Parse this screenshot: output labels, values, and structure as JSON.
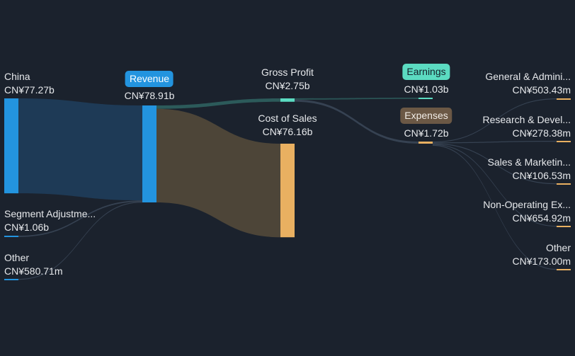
{
  "colors": {
    "background": "#1b222d",
    "revenue": "#2394df",
    "revenue_flow": "#1e3a56",
    "cost": "#e9b061",
    "cost_flow": "#4d4538",
    "profit": "#5bdbc1",
    "profit_flow": "#2c5a5a",
    "thin_link": "#3a4656"
  },
  "labels": {
    "china": {
      "name": "China",
      "value": "CN¥77.27b"
    },
    "segment": {
      "name": "Segment Adjustme...",
      "value": "CN¥1.06b"
    },
    "other_in": {
      "name": "Other",
      "value": "CN¥580.71m"
    },
    "revenue": {
      "name": "Revenue",
      "value": "CN¥78.91b"
    },
    "gross_profit": {
      "name": "Gross Profit",
      "value": "CN¥2.75b"
    },
    "cost_of_sales": {
      "name": "Cost of Sales",
      "value": "CN¥76.16b"
    },
    "earnings": {
      "name": "Earnings",
      "value": "CN¥1.03b"
    },
    "expenses": {
      "name": "Expenses",
      "value": "CN¥1.72b"
    },
    "ga": {
      "name": "General & Admini...",
      "value": "CN¥503.43m"
    },
    "rd": {
      "name": "Research & Devel...",
      "value": "CN¥278.38m"
    },
    "sm": {
      "name": "Sales & Marketin...",
      "value": "CN¥106.53m"
    },
    "nonop": {
      "name": "Non-Operating Ex...",
      "value": "CN¥654.92m"
    },
    "other_out": {
      "name": "Other",
      "value": "CN¥173.00m"
    }
  },
  "chart_data": {
    "type": "sankey",
    "unit": "CN¥",
    "nodes": [
      {
        "id": "china",
        "label": "China",
        "value_cny_b": 77.27
      },
      {
        "id": "segment",
        "label": "Segment Adjustme...",
        "value_cny_b": 1.06
      },
      {
        "id": "other_in",
        "label": "Other",
        "value_cny_b": 0.58071
      },
      {
        "id": "revenue",
        "label": "Revenue",
        "value_cny_b": 78.91
      },
      {
        "id": "gross_profit",
        "label": "Gross Profit",
        "value_cny_b": 2.75
      },
      {
        "id": "cost_of_sales",
        "label": "Cost of Sales",
        "value_cny_b": 76.16
      },
      {
        "id": "earnings",
        "label": "Earnings",
        "value_cny_b": 1.03
      },
      {
        "id": "expenses",
        "label": "Expenses",
        "value_cny_b": 1.72
      },
      {
        "id": "ga",
        "label": "General & Admini...",
        "value_cny_b": 0.50343
      },
      {
        "id": "rd",
        "label": "Research & Devel...",
        "value_cny_b": 0.27838
      },
      {
        "id": "sm",
        "label": "Sales & Marketin...",
        "value_cny_b": 0.10653
      },
      {
        "id": "nonop",
        "label": "Non-Operating Ex...",
        "value_cny_b": 0.65492
      },
      {
        "id": "other_out",
        "label": "Other",
        "value_cny_b": 0.173
      }
    ],
    "links": [
      {
        "source": "china",
        "target": "revenue",
        "value": 77.27
      },
      {
        "source": "segment",
        "target": "revenue",
        "value": 1.06
      },
      {
        "source": "other_in",
        "target": "revenue",
        "value": 0.58071
      },
      {
        "source": "revenue",
        "target": "gross_profit",
        "value": 2.75
      },
      {
        "source": "revenue",
        "target": "cost_of_sales",
        "value": 76.16
      },
      {
        "source": "gross_profit",
        "target": "earnings",
        "value": 1.03
      },
      {
        "source": "gross_profit",
        "target": "expenses",
        "value": 1.72
      },
      {
        "source": "expenses",
        "target": "ga",
        "value": 0.50343
      },
      {
        "source": "expenses",
        "target": "rd",
        "value": 0.27838
      },
      {
        "source": "expenses",
        "target": "sm",
        "value": 0.10653
      },
      {
        "source": "expenses",
        "target": "nonop",
        "value": 0.65492
      },
      {
        "source": "expenses",
        "target": "other_out",
        "value": 0.173
      }
    ]
  }
}
